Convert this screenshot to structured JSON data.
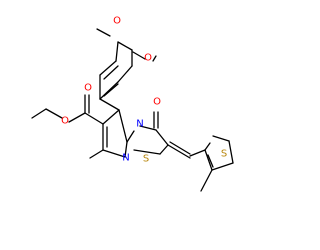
{
  "atoms": [
    {
      "id": "O1",
      "label": "O",
      "color": "#ff0000"
    },
    {
      "id": "O2",
      "label": "O",
      "color": "#ff0000"
    },
    {
      "id": "O3",
      "label": "O",
      "color": "#ff0000"
    },
    {
      "id": "O4",
      "label": "O",
      "color": "#ff0000"
    },
    {
      "id": "O5",
      "label": "O",
      "color": "#ff0000"
    },
    {
      "id": "N1",
      "label": "N",
      "color": "#0000ff"
    },
    {
      "id": "N2",
      "label": "N",
      "color": "#0000ff"
    },
    {
      "id": "S1",
      "label": "S",
      "color": "#b8860b"
    },
    {
      "id": "S2",
      "label": "S",
      "color": "#b8860b"
    }
  ],
  "colors": {
    "bond": "#000000",
    "oxygen": "#ff0000",
    "nitrogen": "#0000ff",
    "sulfur": "#b8860b"
  }
}
